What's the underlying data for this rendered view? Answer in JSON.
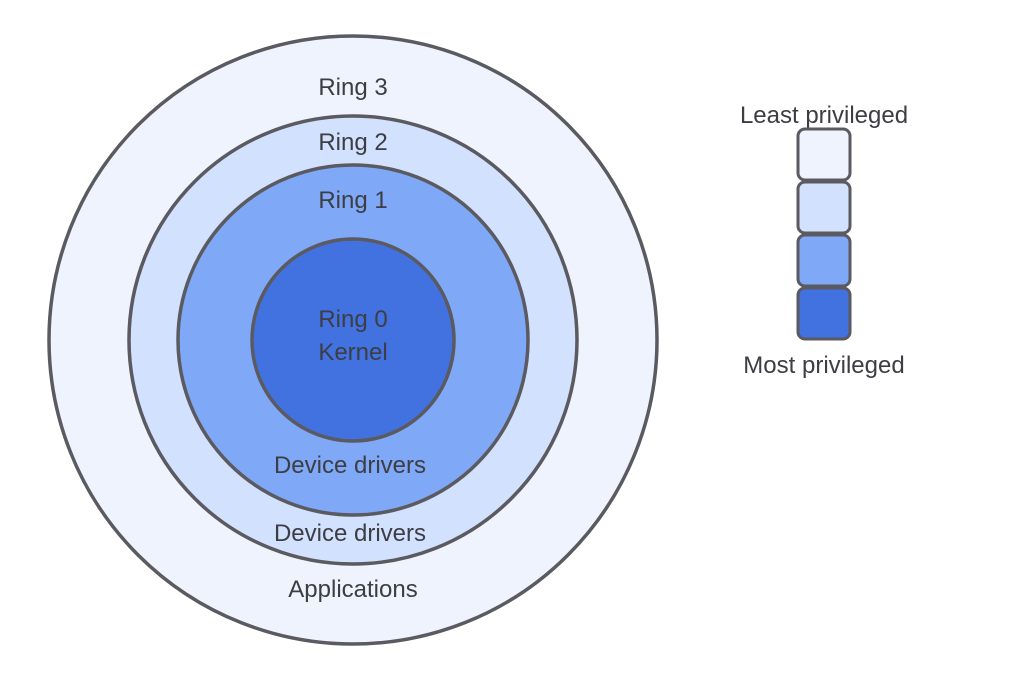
{
  "rings": [
    {
      "id": "ring-3",
      "label": "Ring 3",
      "role": "Applications",
      "color": "#eef3fe"
    },
    {
      "id": "ring-2",
      "label": "Ring 2",
      "role": "Device drivers",
      "color": "#d2e1fd"
    },
    {
      "id": "ring-1",
      "label": "Ring 1",
      "role": "Device drivers",
      "color": "#7fa8f6"
    },
    {
      "id": "ring-0",
      "label": "Ring 0",
      "role": "Kernel",
      "color": "#4272e0"
    }
  ],
  "legend": {
    "top_label": "Least privileged",
    "bottom_label": "Most privileged",
    "swatch_colors": [
      "#eef3fe",
      "#d2e1fd",
      "#7fa8f6",
      "#4272e0"
    ]
  },
  "colors": {
    "stroke": "#5a5a60",
    "text": "#3d3d44"
  }
}
